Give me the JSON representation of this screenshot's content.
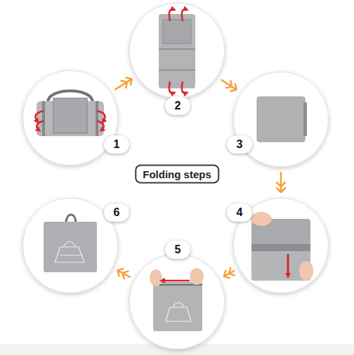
{
  "diagram": {
    "title": "Folding steps",
    "nodes": [
      {
        "text": [
          "1"
        ]
      },
      {
        "text": [
          "2"
        ]
      },
      {
        "text": [
          "3"
        ]
      },
      {
        "text": [
          "4"
        ]
      },
      {
        "text": [
          "5"
        ]
      },
      {
        "text": [
          "6"
        ]
      }
    ],
    "edges": [
      {
        "from": 0,
        "to": 1,
        "arrow": "to"
      },
      {
        "from": 1,
        "to": 2,
        "arrow": "to"
      },
      {
        "from": 2,
        "to": 3,
        "arrow": "to"
      },
      {
        "from": 3,
        "to": 4,
        "arrow": "to"
      },
      {
        "from": 4,
        "to": 5,
        "arrow": "to"
      }
    ]
  }
}
